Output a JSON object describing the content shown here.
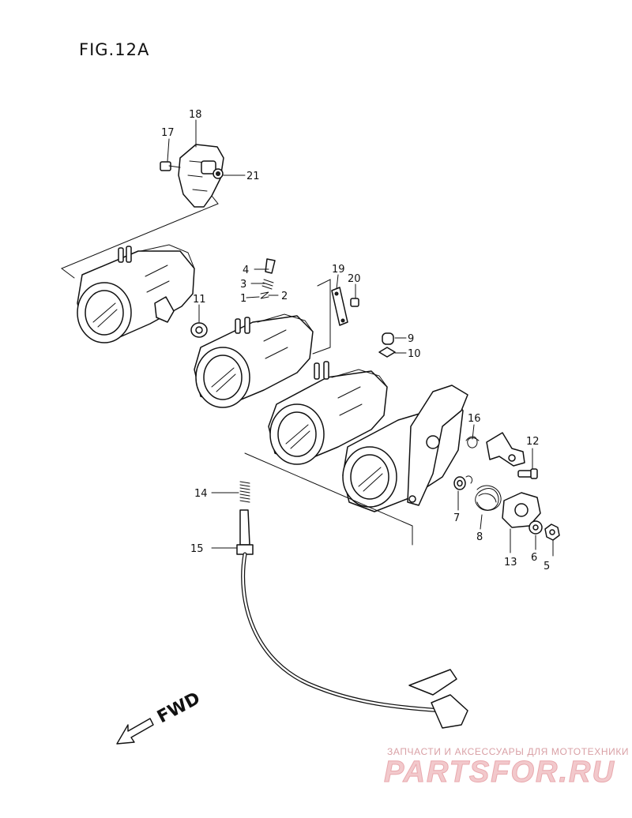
{
  "figure": {
    "title": "FIG.12A",
    "direction_label": "FWD"
  },
  "callouts": [
    {
      "id": "c1",
      "number": "1"
    },
    {
      "id": "c2",
      "number": "2"
    },
    {
      "id": "c3",
      "number": "3"
    },
    {
      "id": "c4",
      "number": "4"
    },
    {
      "id": "c5",
      "number": "5"
    },
    {
      "id": "c6",
      "number": "6"
    },
    {
      "id": "c7",
      "number": "7"
    },
    {
      "id": "c8",
      "number": "8"
    },
    {
      "id": "c9",
      "number": "9"
    },
    {
      "id": "c10",
      "number": "10"
    },
    {
      "id": "c11",
      "number": "11"
    },
    {
      "id": "c12",
      "number": "12"
    },
    {
      "id": "c13",
      "number": "13"
    },
    {
      "id": "c14",
      "number": "14"
    },
    {
      "id": "c15",
      "number": "15"
    },
    {
      "id": "c16",
      "number": "16"
    },
    {
      "id": "c17",
      "number": "17"
    },
    {
      "id": "c18",
      "number": "18"
    },
    {
      "id": "c19",
      "number": "19"
    },
    {
      "id": "c20",
      "number": "20"
    },
    {
      "id": "c21",
      "number": "21"
    }
  ],
  "watermark": {
    "subtitle": "ЗАПЧАСТИ И АКСЕССУАРЫ ДЛЯ МОТОТЕХНИКИ",
    "brand": "PARTSFOR.RU"
  },
  "colors": {
    "line": "#111111",
    "background": "#ffffff",
    "watermark": "#e9a9ae"
  }
}
